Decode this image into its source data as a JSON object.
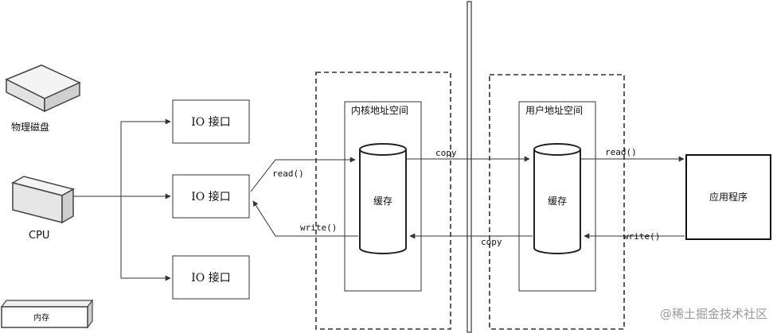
{
  "devices": {
    "disk_label": "物理磁盘",
    "cpu_label": "CPU",
    "memory_label": "内存"
  },
  "io_ports": [
    {
      "label": "IO 接口"
    },
    {
      "label": "IO 接口"
    },
    {
      "label": "IO 接口"
    }
  ],
  "kernel": {
    "title": "内核地址空间",
    "buffer_label": "缓存"
  },
  "user": {
    "title": "用户地址空间",
    "buffer_label": "缓存"
  },
  "app": {
    "label": "应用程序"
  },
  "arrows": {
    "read_io": "read()",
    "write_io": "write()",
    "copy_top": "copy",
    "copy_bottom": "copy",
    "read_app": "read()",
    "write_app": "write()"
  },
  "watermark": "@稀土掘金技术社区",
  "colors": {
    "line": "#333333",
    "dashed": "#333333",
    "device_fill": "#ececec",
    "device_side": "#cfcfcf"
  }
}
